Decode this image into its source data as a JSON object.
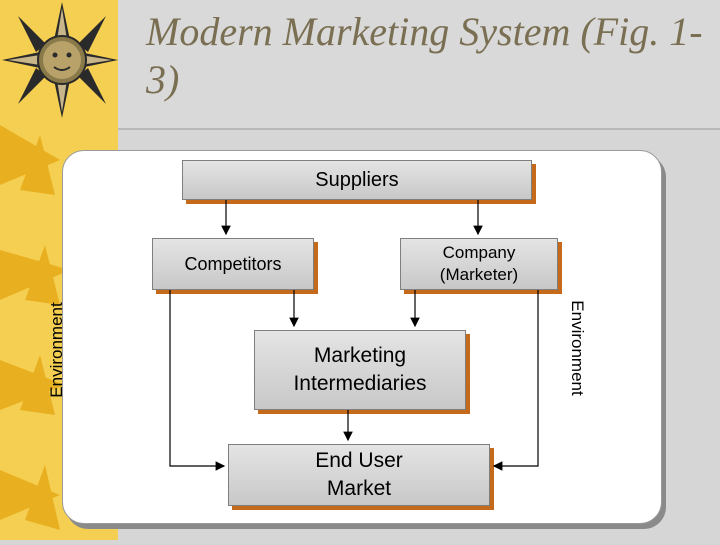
{
  "slide": {
    "title": "Modern Marketing System (Fig. 1-3)"
  },
  "diagram": {
    "nodes": {
      "suppliers": "Suppliers",
      "competitors": "Competitors",
      "company": "Company (Marketer)",
      "intermediaries": "Marketing Intermediaries",
      "end_user": "End User Market"
    },
    "environment_left": "Environment",
    "environment_right": "Environment"
  },
  "colors": {
    "accent_strip": "#f5cf52",
    "sun_icon": "#e8b020",
    "box_shadow": "#c46a1a",
    "title_text": "#7a6f52"
  }
}
